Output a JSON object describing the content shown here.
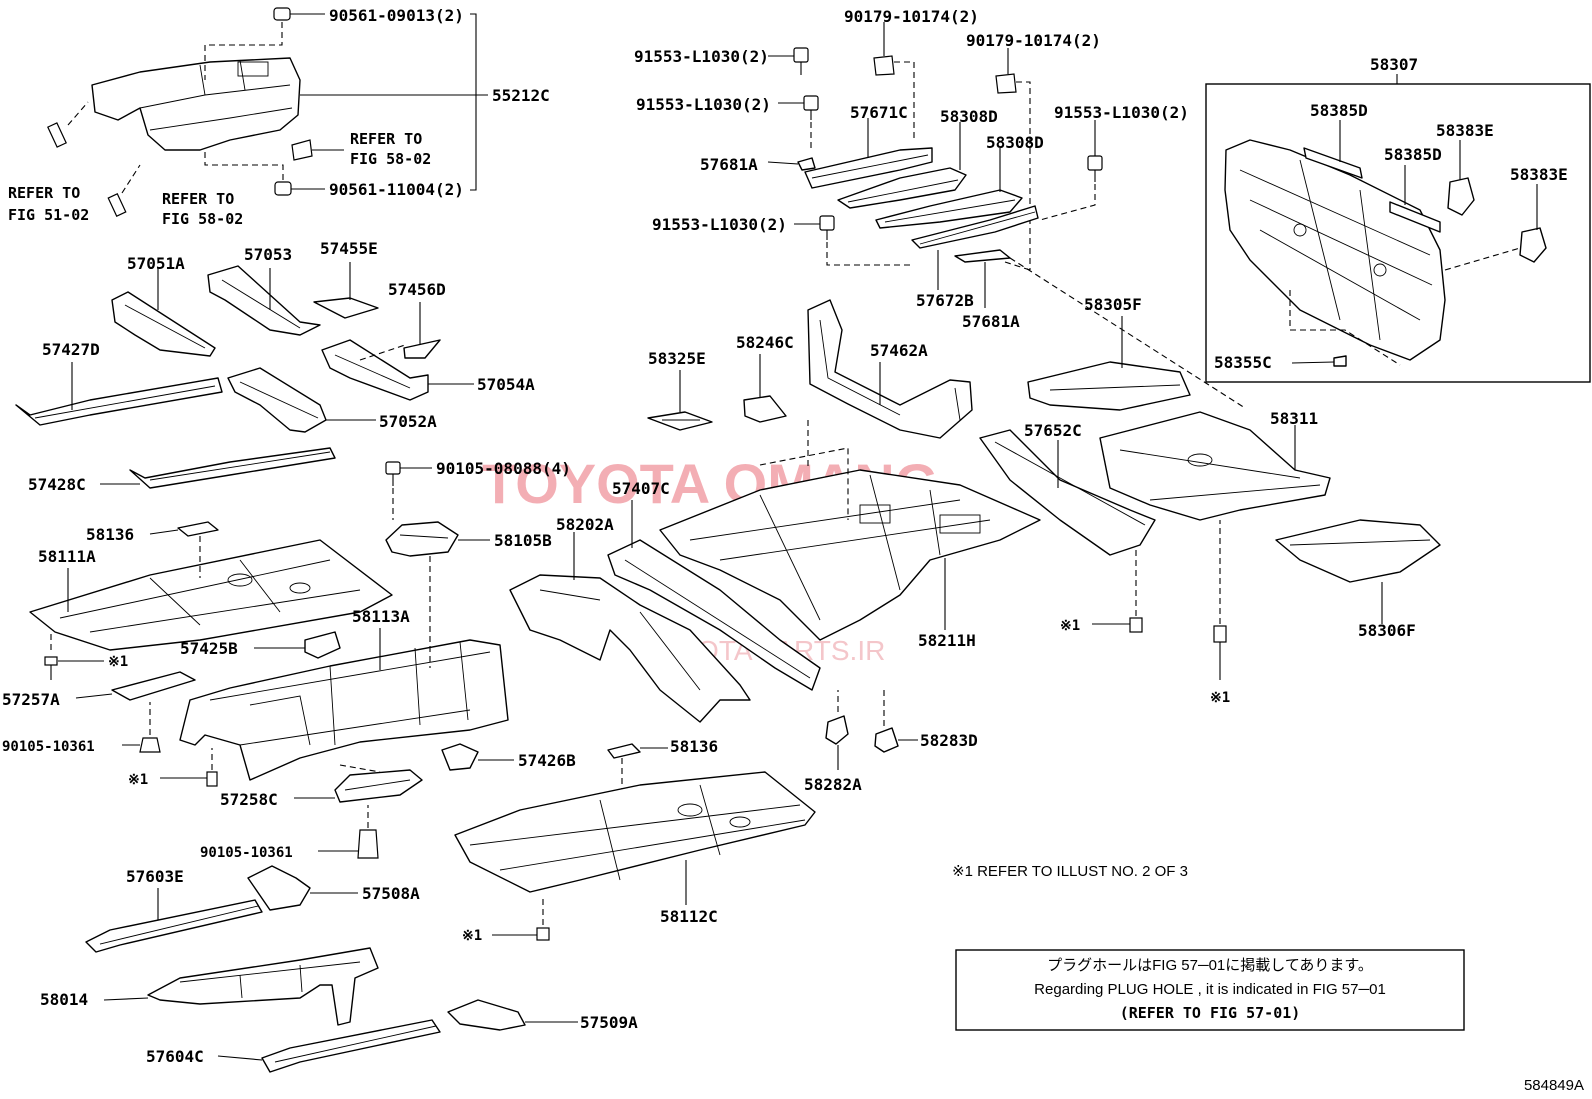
{
  "diagram_code": "584849A",
  "watermark": {
    "primary": "TOYOTA OMANG",
    "secondary": "TOYOTA PARTS.IR"
  },
  "labels": {
    "p90561_09013": "90561-09013(2)",
    "p55212C": "55212C",
    "refer_58_02_a": [
      "REFER TO",
      "FIG 58-02"
    ],
    "p90561_11004": "90561-11004(2)",
    "refer_51_02": [
      "REFER TO",
      "FIG 51-02"
    ],
    "refer_58_02_b": [
      "REFER TO",
      "FIG 58-02"
    ],
    "p57051A": "57051A",
    "p57053": "57053",
    "p57455E": "57455E",
    "p57456D": "57456D",
    "p57427D": "57427D",
    "p57054A": "57054A",
    "p57052A": "57052A",
    "p57428C": "57428C",
    "p90105_08088": "90105-08088(4)",
    "p58136_a": "58136",
    "p58111A": "58111A",
    "p58105B": "58105B",
    "p58113A": "58113A",
    "p57425B": "57425B",
    "x1_a": "※1",
    "p57257A": "57257A",
    "p90105_10361_a": "90105-10361",
    "x1_b": "※1",
    "p57258C": "57258C",
    "p57426B": "57426B",
    "p58136_b": "58136",
    "p90105_10361_b": "90105-10361",
    "p57603E": "57603E",
    "p57508A": "57508A",
    "x1_c": "※1",
    "p58112C": "58112C",
    "p58014": "58014",
    "p57509A": "57509A",
    "p57604C": "57604C",
    "p91553_a": "91553-L1030(2)",
    "p90179_a": "90179-10174(2)",
    "p90179_b": "90179-10174(2)",
    "p91553_b": "91553-L1030(2)",
    "p57671C": "57671C",
    "p58308D_a": "58308D",
    "p58308D_b": "58308D",
    "p91553_c": "91553-L1030(2)",
    "p57681A_a": "57681A",
    "p91553_d": "91553-L1030(2)",
    "p57672B": "57672B",
    "p57681A_b": "57681A",
    "p58325E": "58325E",
    "p58246C": "58246C",
    "p57462A": "57462A",
    "p57407C": "57407C",
    "p58202A": "58202A",
    "p58211H": "58211H",
    "p58282A": "58282A",
    "p58283D": "58283D",
    "p58307": "58307",
    "p58385D_a": "58385D",
    "p58383E_a": "58383E",
    "p58385D_b": "58385D",
    "p58383E_b": "58383E",
    "p58355C": "58355C",
    "p58305F": "58305F",
    "p57652C": "57652C",
    "p58311": "58311",
    "x1_d": "※1",
    "p58306F": "58306F",
    "x1_e": "※1"
  },
  "notes": {
    "refer_illust": "※1 REFER TO ILLUST NO. 2 OF 3",
    "plug_jp": "プラグホールはFIG 57─01に掲載してあります。",
    "plug_en": "Regarding  PLUG  HOLE , it is indicated in FIG  57─01",
    "plug_ref": "(REFER TO FIG 57-01)"
  }
}
